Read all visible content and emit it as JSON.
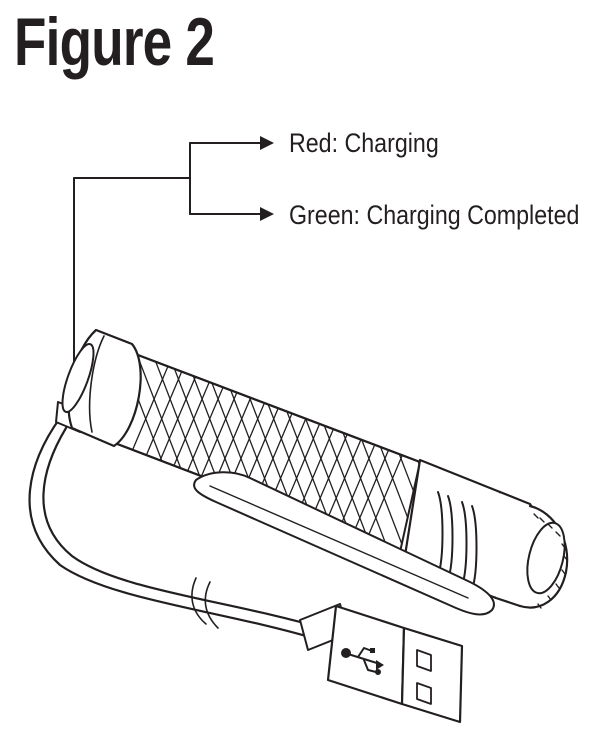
{
  "figure": {
    "title": "Figure 2",
    "indicators": [
      {
        "label": "Red: Charging"
      },
      {
        "label": "Green: Charging Completed"
      }
    ]
  },
  "colors": {
    "ink": "#231f20",
    "background": "#ffffff"
  },
  "icons": [
    "usb-icon"
  ]
}
